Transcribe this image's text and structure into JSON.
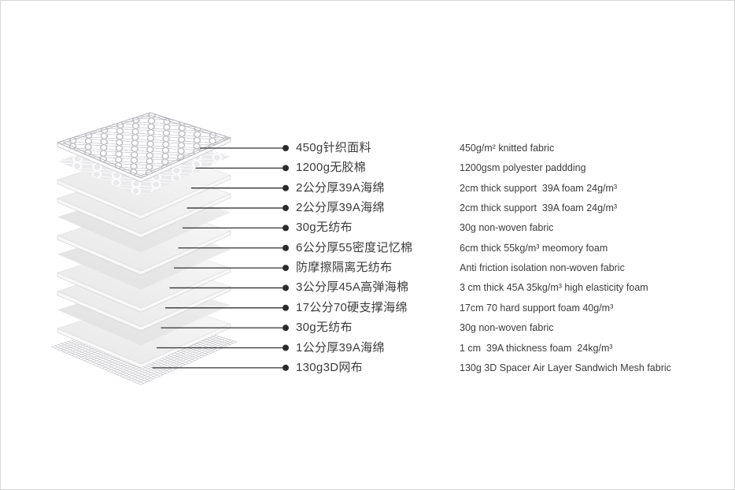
{
  "diagram": {
    "name": "mattress exploded layer stack",
    "colors": {
      "leader_line": "#333333",
      "leader_dot": "#2c2c2c",
      "text": "#3b3b3b",
      "sheet_light": "#f9f9f9",
      "sheet_shade": "#e6e6e6",
      "nonwoven_shade": "#e0e0e0",
      "mesh_line": "#bcbcc2"
    }
  },
  "layers": [
    {
      "label_zh": "450g针织面料",
      "label_en": "450g/m² knitted fabric",
      "type": "quilted"
    },
    {
      "label_zh": "1200g无胶棉",
      "label_en": "1200gsm polyester paddding",
      "type": "patterned"
    },
    {
      "label_zh": "2公分厚39A海绵",
      "label_en": "2cm thick support  39A foam 24g/m³",
      "type": "foam"
    },
    {
      "label_zh": "2公分厚39A海绵",
      "label_en": "2cm thick support  39A foam 24g/m³",
      "type": "foam"
    },
    {
      "label_zh": "30g无纺布",
      "label_en": "30g non-woven fabric",
      "type": "nonwoven"
    },
    {
      "label_zh": "6公分厚55密度记忆棉",
      "label_en": "6cm thick 55kg/m³ meomory foam",
      "type": "foam"
    },
    {
      "label_zh": "防摩擦隔离无纺布",
      "label_en": "Anti friction isolation non-woven fabric",
      "type": "nonwoven"
    },
    {
      "label_zh": "3公分厚45A高弹海棉",
      "label_en": "3 cm thick 45A 35kg/m³ high elasticity foam",
      "type": "foam"
    },
    {
      "label_zh": "17公分70硬支撑海绵",
      "label_en": "17cm 70 hard support foam 40g/m³",
      "type": "foam"
    },
    {
      "label_zh": "30g无纺布",
      "label_en": "30g non-woven fabric",
      "type": "nonwoven"
    },
    {
      "label_zh": "1公分厚39A海绵",
      "label_en": "1 cm  39A thickness foam  24kg/m³",
      "type": "foam"
    },
    {
      "label_zh": "130g3D网布",
      "label_en": "130g 3D Spacer Air Layer Sandwich Mesh fabric",
      "type": "mesh"
    }
  ]
}
